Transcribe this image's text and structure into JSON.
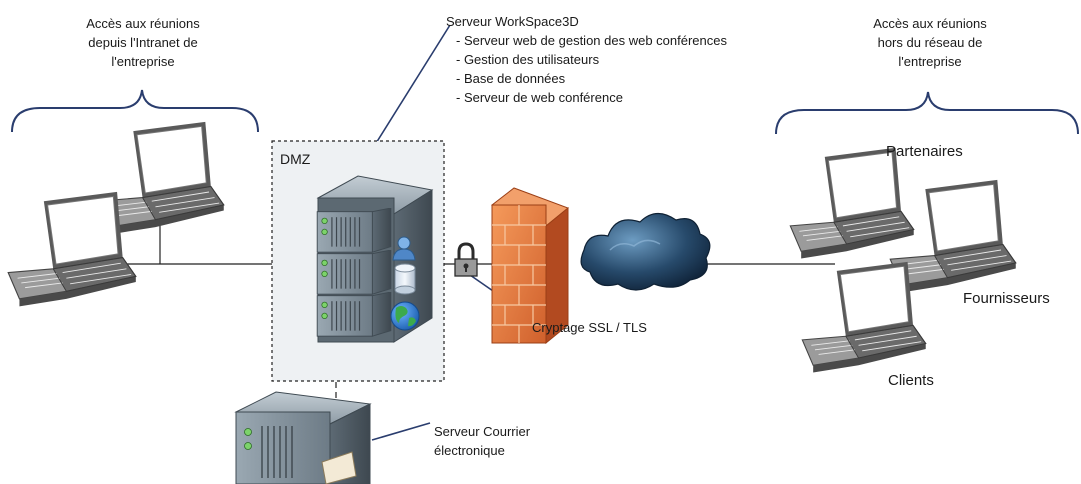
{
  "labels": {
    "intranet_access": [
      "Accès aux réunions",
      "depuis l'Intranet de",
      "l'entreprise"
    ],
    "external_access": [
      "Accès aux réunions",
      "hors du réseau de",
      "l'entreprise"
    ],
    "workspace_server": {
      "title": "Serveur WorkSpace3D",
      "items": [
        "- Serveur web de gestion des web conférences",
        "- Gestion des utilisateurs",
        "- Base de données",
        "- Serveur de web conférence"
      ]
    },
    "dmz": "DMZ",
    "encryption": "Cryptage SSL / TLS",
    "mail_server": [
      "Serveur Courrier",
      "électronique"
    ],
    "partners": "Partenaires",
    "suppliers": "Fournisseurs",
    "clients": "Clients"
  },
  "icons": [
    "laptop-icon",
    "server-rack-icon",
    "user-icon",
    "database-icon",
    "globe-icon",
    "padlock-icon",
    "firewall-icon",
    "cloud-icon",
    "mail-server-icon",
    "brace"
  ],
  "colors": {
    "brace": "#2a3d6e",
    "server": "#6f7f8c",
    "server_dark": "#4a5863",
    "firewall": "#e8773a",
    "firewall_dark": "#c2552a",
    "cloud": "#1d3b55",
    "cloud_light": "#5b88ad",
    "globe": "#2f7fd0",
    "globe_land": "#35a04a",
    "screen": "#ffffff",
    "laptop_body": "#8a8a8a"
  }
}
